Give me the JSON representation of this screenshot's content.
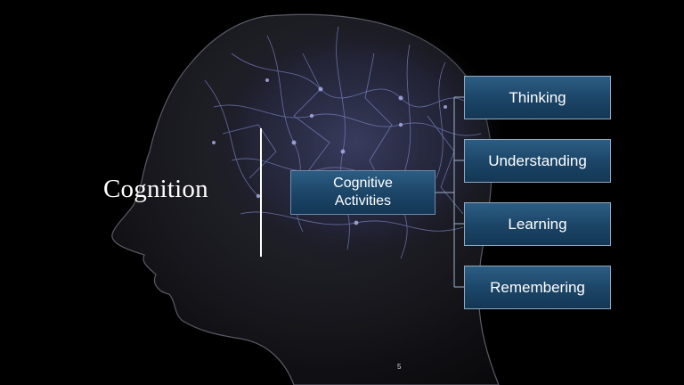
{
  "slide": {
    "title": "Cognition",
    "center_label": "Cognitive\nActivities",
    "items": [
      {
        "label": "Thinking"
      },
      {
        "label": "Understanding"
      },
      {
        "label": "Learning"
      },
      {
        "label": "Remembering"
      }
    ],
    "page_number": "5"
  },
  "colors": {
    "background": "#000000",
    "box_fill": "#1f4a6e",
    "box_border": "#8fa9c2",
    "connector": "#9fb3c8",
    "text": "#ffffff",
    "neuron": "#7e86c8"
  }
}
